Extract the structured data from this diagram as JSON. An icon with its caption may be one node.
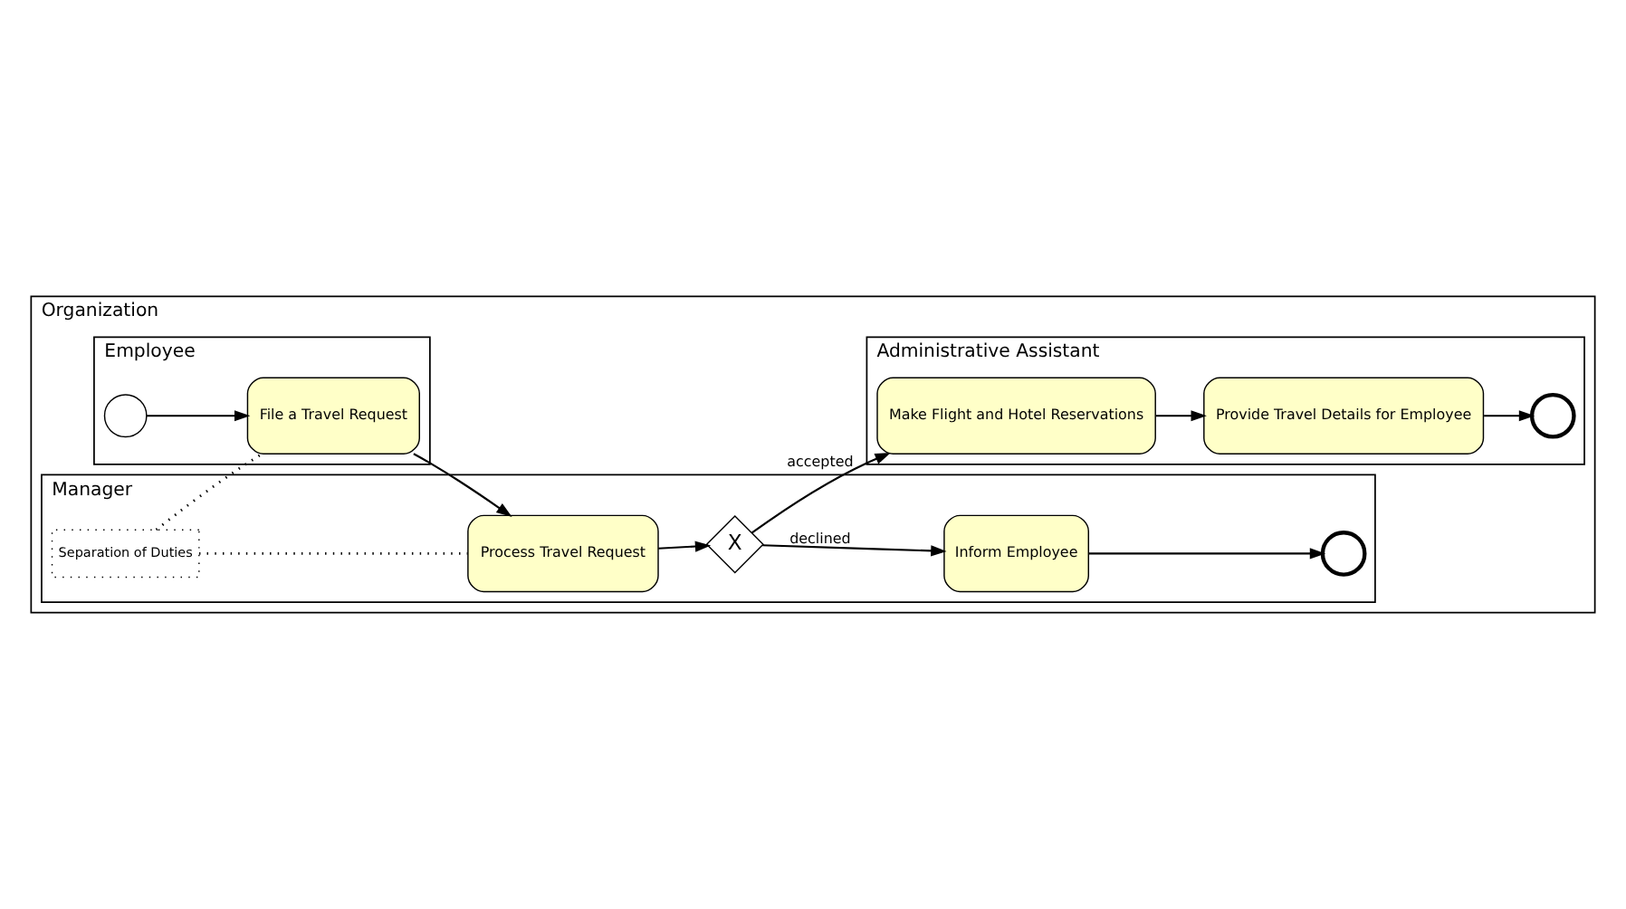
{
  "diagram": {
    "nodes": [
      {
        "text": [
          "Organization"
        ]
      },
      {
        "text": [
          "Employee"
        ],
        "in": 0
      },
      {
        "text": [
          "Manager"
        ],
        "in": 0
      },
      {
        "text": [
          "Administrative Assistant"
        ],
        "in": 0
      },
      {
        "text": [],
        "shape": "circle",
        "in": 1
      },
      {
        "text": [
          "File a Travel Request"
        ],
        "in": 1
      },
      {
        "text": [
          "Process Travel Request"
        ],
        "in": 2
      },
      {
        "text": [
          "X"
        ],
        "in": 2
      },
      {
        "text": [
          "Inform Employee"
        ],
        "in": 2
      },
      {
        "text": [],
        "shape": "circle",
        "in": 2
      },
      {
        "text": [
          "Separation of Duties"
        ],
        "in": 2
      },
      {
        "text": [
          "Make Flight and Hotel Reservations"
        ],
        "in": 3
      },
      {
        "text": [
          "Provide Travel Details for Employee"
        ],
        "in": 3
      },
      {
        "text": [],
        "shape": "circle",
        "in": 3
      }
    ],
    "edges": [
      {
        "from": 4,
        "to": 5,
        "arrow": "to"
      },
      {
        "from": 5,
        "to": 6,
        "arrow": "to"
      },
      {
        "from": 6,
        "to": 7,
        "arrow": "to"
      },
      {
        "from": 7,
        "to": 8,
        "arrow": "to",
        "label": "declined"
      },
      {
        "from": 8,
        "to": 9,
        "arrow": "to"
      },
      {
        "from": 7,
        "to": 11,
        "arrow": "to",
        "label": "accepted"
      },
      {
        "from": 11,
        "to": 12,
        "arrow": "to"
      },
      {
        "from": 12,
        "to": 13,
        "arrow": "to"
      },
      {
        "from": 10,
        "to": 5,
        "arrow": "none",
        "style": "dashed"
      },
      {
        "from": 10,
        "to": 6,
        "arrow": "none",
        "style": "dashed"
      }
    ]
  }
}
